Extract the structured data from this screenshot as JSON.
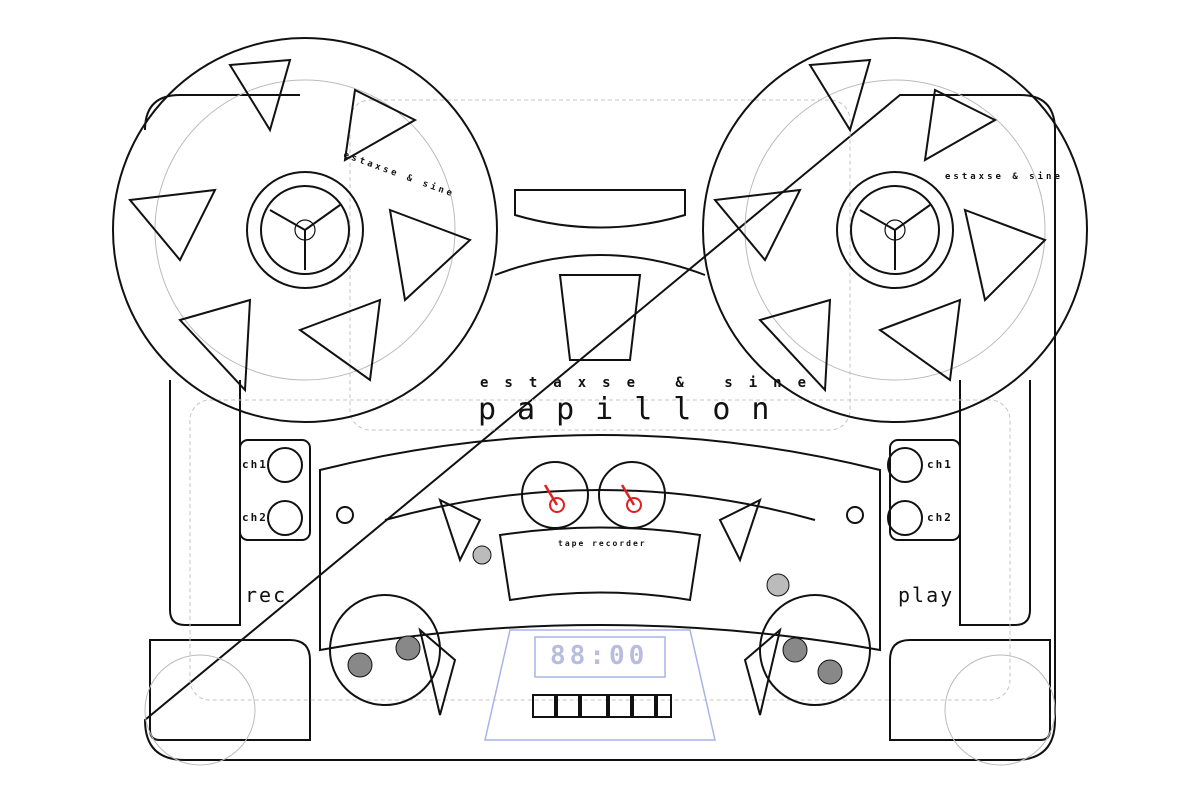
{
  "brand": {
    "maker": "estaxse & sine",
    "model": "papillon"
  },
  "reel_brand": {
    "left": "estaxse & sine",
    "right": "estaxse & sine"
  },
  "meter_panel_label": "tape recorder",
  "display": "88:00",
  "left_controls": {
    "ch1": "ch1",
    "ch2": "ch2",
    "mode": "rec"
  },
  "right_controls": {
    "ch1": "ch1",
    "ch2": "ch2",
    "mode": "play"
  },
  "colors": {
    "line": "#111111",
    "ghost": "#bbbbbb",
    "needle": "#e02020",
    "display": "#a9b4e6"
  }
}
